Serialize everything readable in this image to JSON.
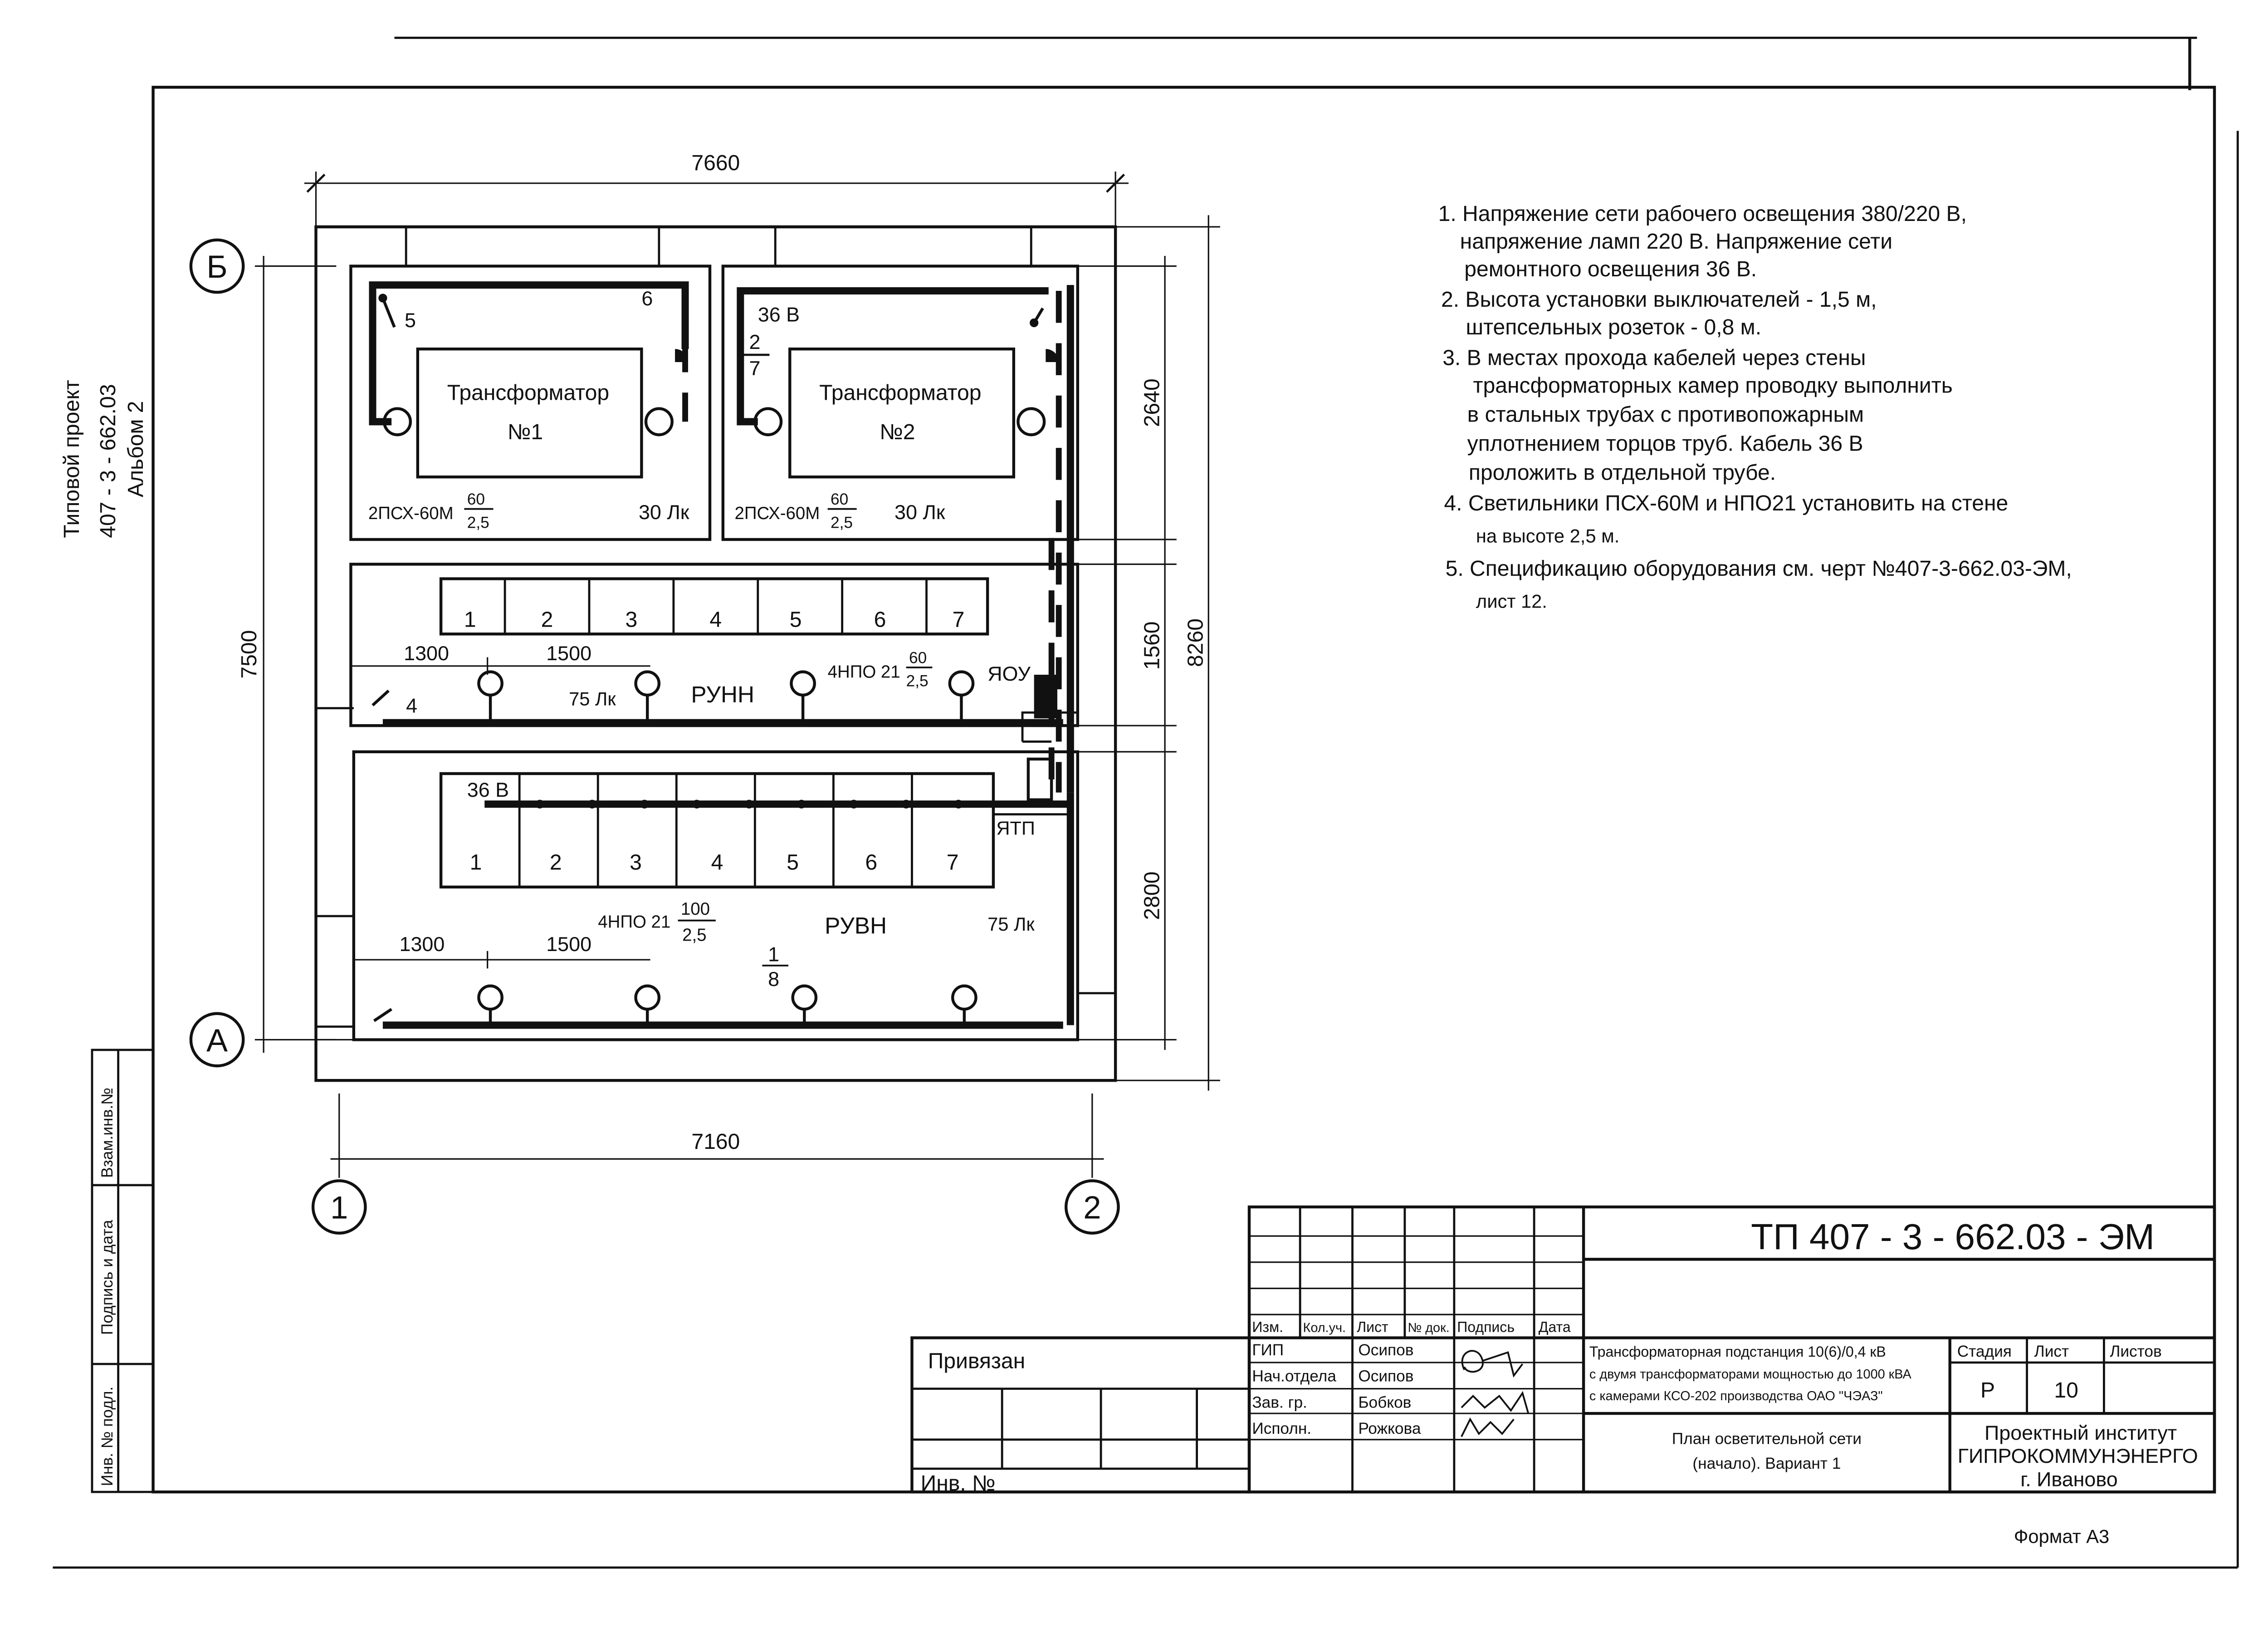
{
  "side_stamp": {
    "line1": "Типовой проект",
    "line2": "407 - 3 - 662.03",
    "line3": "Альбом 2",
    "vzam": "Взам.инв.№",
    "podpis": "Подпись и дата",
    "inv_podl": "Инв. № подл."
  },
  "plan": {
    "dim_top": "7660",
    "dim_bottom": "7160",
    "dim_left": "7500",
    "dim_right_total": "8260",
    "dim_right": [
      "2640",
      "1560",
      "2800"
    ],
    "axis_b": "Б",
    "axis_a": "А",
    "axis_1": "1",
    "axis_2": "2",
    "transformer_label": "Трансформатор",
    "t1_num": "№1",
    "t2_num": "№2",
    "fixture_t": "2ПСХ-60М",
    "frac_60": "60",
    "frac_25": "2,5",
    "lux_30": "30 Лк",
    "mark_5": "5",
    "mark_6": "6",
    "mark_4": "4",
    "volt_36": "36 В",
    "frac_2": "2",
    "frac_7": "7",
    "frac_1": "1",
    "frac_8": "8",
    "cells": [
      "1",
      "2",
      "3",
      "4",
      "5",
      "6",
      "7"
    ],
    "dim_1300": "1300",
    "dim_1500": "1500",
    "lux_75": "75 Лк",
    "runn": "РУНН",
    "fixture_npo_a": "4НПО 21",
    "yaou": "ЯОУ",
    "ytp": "ЯТП",
    "fixture_npo_b": "4НПО 21",
    "frac_100": "100",
    "ruvn": "РУВН"
  },
  "notes": [
    "1. Напряжение сети рабочего освещения 380/220 В,",
    "напряжение ламп 220 В. Напряжение сети",
    "ремонтного освещения 36 В.",
    "2. Высота установки выключателей - 1,5 м,",
    "штепсельных розеток - 0,8 м.",
    "3. В местах прохода кабелей через стены",
    "трансформаторных камер проводку выполнить",
    "в стальных трубах с противопожарным",
    "уплотнением торцов труб. Кабель 36 В",
    "проложить в отдельной трубе.",
    "4. Светильники ПСХ-60М и НПО21 установить на стене",
    "на высоте 2,5 м.",
    "5. Спецификацию оборудования см. черт №407-3-662.03-ЭМ,",
    "лист 12."
  ],
  "title_block": {
    "code": "ТП 407 - 3 - 662.03 - ЭМ",
    "privyazan": "Привязан",
    "inv_no": "Инв. №",
    "col_izm": "Изм.",
    "col_kol": "Кол.уч.",
    "col_list": "Лист",
    "col_ndok": "№ док.",
    "col_podpis": "Подпись",
    "col_data": "Дата",
    "roles": [
      "ГИП",
      "Нач.отдела",
      "Зав. гр.",
      "Исполн."
    ],
    "names": [
      "Осипов",
      "Осипов",
      "Бобков",
      "Рожкова"
    ],
    "project_title": [
      "Трансформаторная подстанция 10(6)/0,4 кВ",
      "с двумя трансформаторами мощностью до 1000 кВА",
      "с камерами КСО-202 производства ОАО \"ЧЭАЗ\""
    ],
    "stadiya_label": "Стадия",
    "list_label": "Лист",
    "listov_label": "Листов",
    "stadiya": "Р",
    "list": "10",
    "listov": "",
    "sheet_title": [
      "План осветительной сети",
      "(начало). Вариант 1"
    ],
    "org": [
      "Проектный институт",
      "ГИПРОКОММУНЭНЕРГО",
      "г. Иваново"
    ]
  },
  "format": "Формат А3"
}
